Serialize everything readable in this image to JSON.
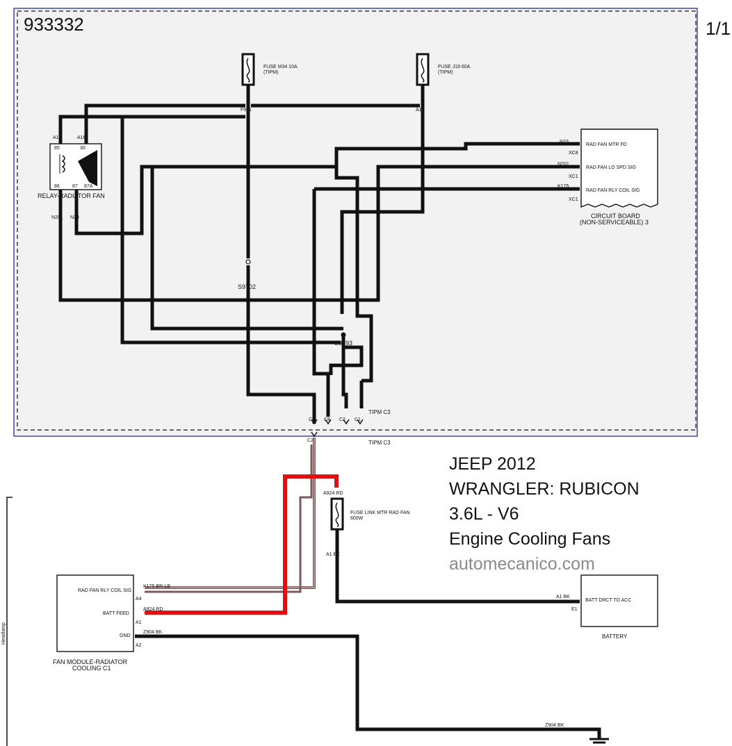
{
  "diagram": {
    "id": "933332",
    "page": "1/1",
    "side_label": "Headlamp",
    "vehicle": {
      "make_year": "JEEP 2012",
      "model": "WRANGLER: RUBICON",
      "engine": "3.6L - V6",
      "system": "Engine Cooling Fans",
      "site": "automecanico.com"
    },
    "components": {
      "fuse_m34": {
        "line1": "FUSE M34 10A",
        "line2": "(TIPM)",
        "pin": "F921"
      },
      "fuse_j19": {
        "line1": "FUSE J19 60A",
        "line2": "(TIPM)",
        "pin": "A16"
      },
      "relay": {
        "name": "RELAY-RADIATOR FAN",
        "pins": {
          "a18": "A18",
          "a16": "A16",
          "p85": "85",
          "p30": "30",
          "p86": "86",
          "p87": "87",
          "p87a": "87A"
        },
        "wires": {
          "n201": "N201",
          "n23": "N23"
        }
      },
      "circuit_board": {
        "line1": "CIRCUIT BOARD",
        "line2": "(NON-SERVICEABLE) 3",
        "signals": [
          "RAD FAN MTR FD",
          "RAD FAN LO SPD SIG",
          "RAD FAN RLY COIL SIG"
        ],
        "wires": [
          "N23",
          "N201",
          "K175"
        ],
        "pins": [
          "XC8",
          "XC1",
          "XC1"
        ]
      },
      "splice_s9702": "S9702",
      "splice_s9993": "S9993",
      "tipm_c3_upper": "TIPM C3",
      "tipm_c3_lower": "TIPM C3",
      "connector_pins": [
        "C2",
        "C8",
        "C2",
        "C1"
      ],
      "connector_lower_pin": "C2",
      "fuse_link": {
        "line1": "FUSE LINK MTR RAD FAN",
        "line2": "600W",
        "wire_in": "A924 RD",
        "wire_out": "A1 BK"
      },
      "fan_module": {
        "line1": "FAN MODULE-RADIATOR",
        "line2": "COOLING C1",
        "signals": [
          "RAD FAN RLY COIL SIG",
          "BATT FEED",
          "GND"
        ],
        "pins": [
          "A4",
          "A1",
          "A2"
        ],
        "wires": [
          "K175 BR-LB",
          "A924 RD",
          "Z904 BK"
        ]
      },
      "battery": {
        "name": "BATTERY",
        "signal": "BATT DRCT TO ACC",
        "pin": "E1",
        "wire": "A1 BK"
      },
      "ground_wire": "Z904 BK"
    },
    "colors": {
      "wire": "#111111",
      "red_wire": "#e01010",
      "brown_wire": "#7a5a5a",
      "panel": "#f2f2f2",
      "border": "#1a1a8a"
    }
  }
}
